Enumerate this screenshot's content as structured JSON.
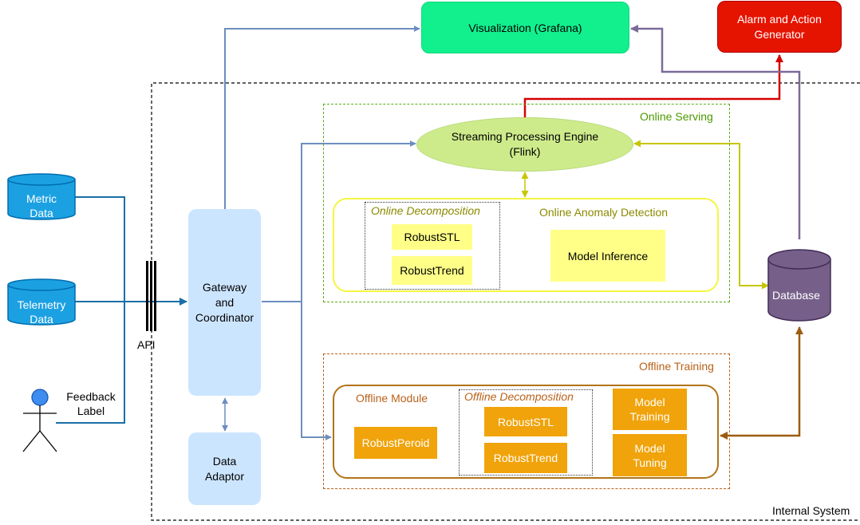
{
  "top": {
    "visualization": "Visualization (Grafana)",
    "alarm_line1": "Alarm and Action",
    "alarm_line2": "Generator"
  },
  "inputs": {
    "metric_line1": "Metric",
    "metric_line2": "Data",
    "telemetry_line1": "Telemetry",
    "telemetry_line2": "Data",
    "feedback_line1": "Feedback",
    "feedback_line2": "Label",
    "api": "API"
  },
  "gateway": {
    "line1": "Gateway",
    "line2": "and",
    "line3": "Coordinator"
  },
  "adaptor": {
    "line1": "Data",
    "line2": "Adaptor"
  },
  "online": {
    "section_label": "Online Serving",
    "engine_line1": "Streaming Processing Engine",
    "engine_line2": "(Flink)",
    "decomposition_title": "Online Decomposition",
    "robust_stl": "RobustSTL",
    "robust_trend": "RobustTrend",
    "anomaly_title": "Online Anomaly Detection",
    "model_inference": "Model Inference"
  },
  "offline": {
    "section_label": "Offline Training",
    "module_title": "Offline Module",
    "robust_period": "RobustPeroid",
    "decomposition_title": "Offline Decomposition",
    "robust_stl": "RobustSTL",
    "robust_trend": "RobustTrend",
    "training_line1": "Model",
    "training_line2": "Training",
    "tuning_line1": "Model",
    "tuning_line2": "Tuning"
  },
  "database": "Database",
  "internal_system": "Internal System",
  "colors": {
    "blue_arrow": "#6c8ebf",
    "input_blue": "#1a6fa8",
    "red": "#d40000",
    "purple": "#7b6a9a",
    "yellow_arrow": "#c6c600",
    "brown": "#9c5b10",
    "green_box": "#12f08e",
    "orange_box": "#f0a30a"
  }
}
